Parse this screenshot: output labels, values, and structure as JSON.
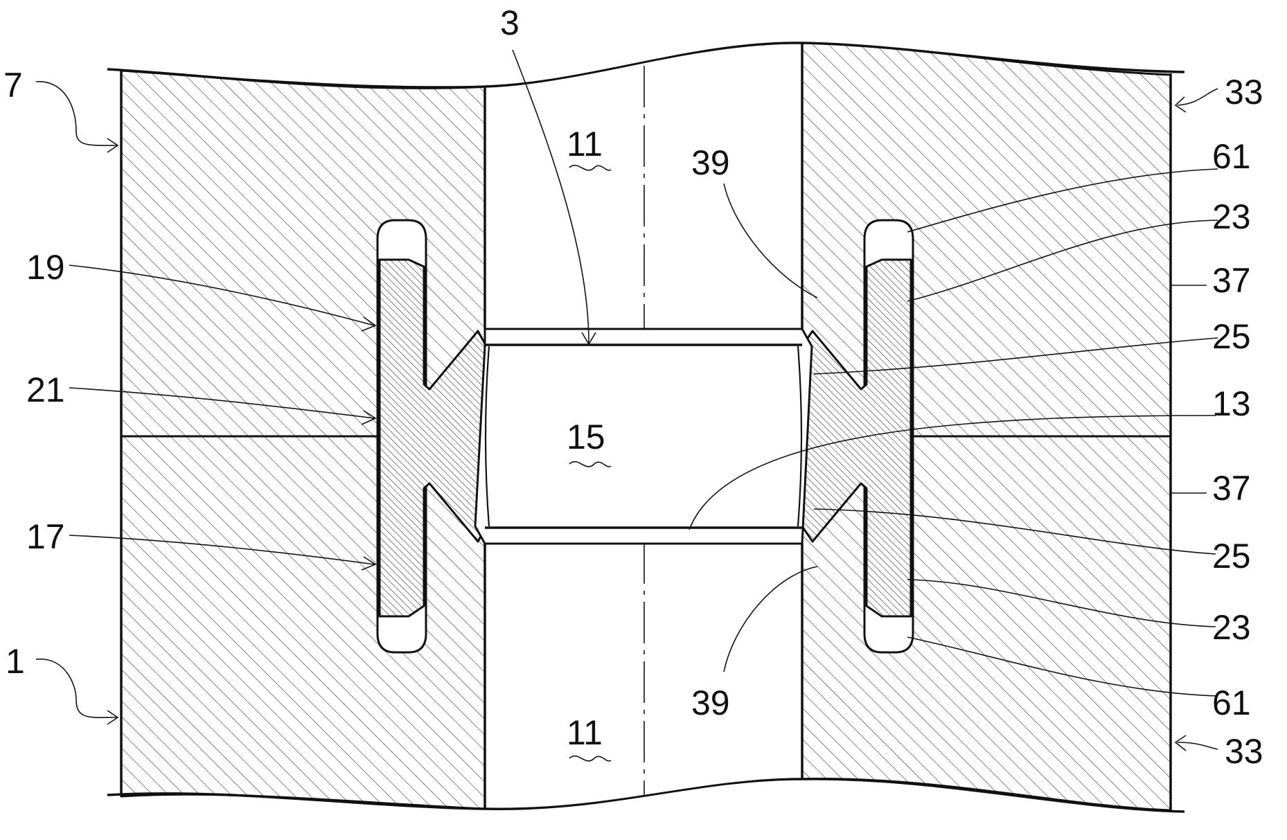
{
  "labels": {
    "l7": "7",
    "l1": "1",
    "l3": "3",
    "l11_top": "11",
    "l11_bottom": "11",
    "l15": "15",
    "l19": "19",
    "l21": "21",
    "l17": "17",
    "l39_top": "39",
    "l39_bottom": "39",
    "l33_top": "33",
    "l33_bottom": "33",
    "l61_top": "61",
    "l61_bottom": "61",
    "l23_top": "23",
    "l23_bottom": "23",
    "l37_top": "37",
    "l37_bottom": "37",
    "l25_top": "25",
    "l25_bottom": "25",
    "l13": "13"
  },
  "colors": {
    "line": "#111111",
    "background": "#ffffff"
  }
}
